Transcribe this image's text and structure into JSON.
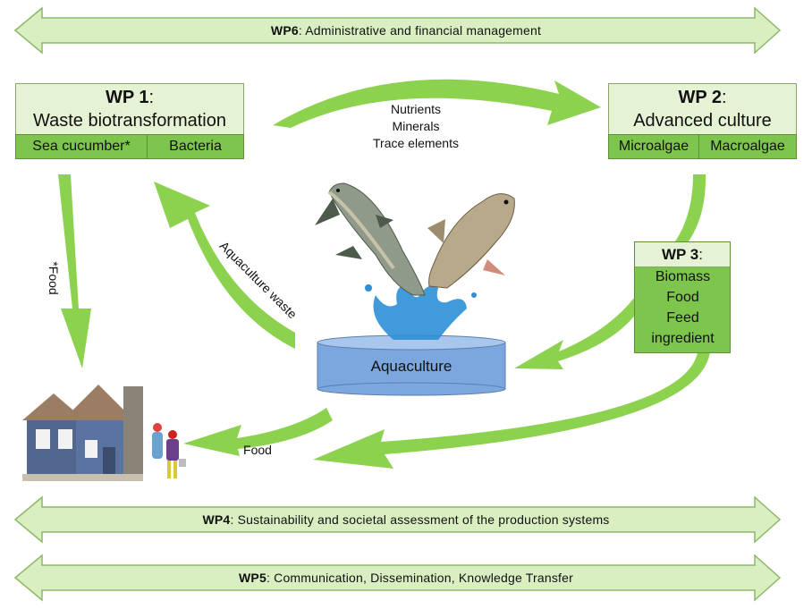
{
  "banners": {
    "wp6": {
      "code": "WP6",
      "text": ": Administrative and financial management"
    },
    "wp4": {
      "code": "WP4",
      "text": ": Sustainability and societal assessment of the production systems"
    },
    "wp5": {
      "code": "WP5",
      "text": ": Communication, Dissemination, Knowledge Transfer"
    }
  },
  "wp1": {
    "code": "WP 1",
    "colon": ":",
    "title": "Waste biotransformation",
    "cells": [
      "Sea cucumber*",
      "Bacteria"
    ]
  },
  "wp2": {
    "code": "WP 2",
    "colon": ":",
    "title": "Advanced culture",
    "cells": [
      "Microalgae",
      "Macroalgae"
    ]
  },
  "wp3": {
    "code": "WP 3",
    "colon": ":",
    "items": [
      "Biomass",
      "Food",
      "Feed",
      "ingredient"
    ]
  },
  "flows": {
    "nutrients": [
      "Nutrients",
      "Minerals",
      "Trace elements"
    ],
    "aquaculture_waste": "Aquaculture waste",
    "food_left": "*Food",
    "food_bottom": "Food"
  },
  "aquaculture": {
    "label": "Aquaculture"
  },
  "colors": {
    "arrow_green": "#8cd24f",
    "banner_fill": "#d9efc2",
    "banner_stroke": "#8cb866",
    "box_fill": "#e6f2d4",
    "cell_fill": "#7dc54c",
    "tank_fill": "#7ca6de"
  },
  "icons": [
    "fish-icon",
    "house-icon",
    "people-icon",
    "water-splash-icon"
  ]
}
